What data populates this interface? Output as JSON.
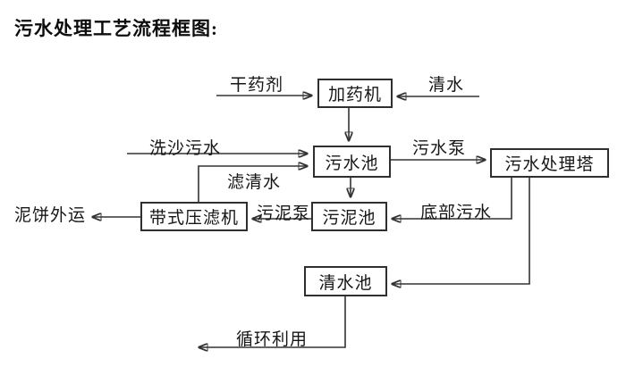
{
  "title": "污水处理工艺流程框图:",
  "nodes": {
    "dosing_machine": "加药机",
    "sewage_pool": "污水池",
    "treatment_tower": "污水处理塔",
    "belt_filter_press": "带式压滤机",
    "sludge_pool": "污泥池",
    "clean_water_pool": "清水池"
  },
  "flow_labels": {
    "dry_agent": "干药剂",
    "clean_water": "清水",
    "sand_washing_sewage": "洗沙污水",
    "filtered_water": "滤清水",
    "sewage_pump": "污水泵",
    "bottom_sewage": "底部污水",
    "sludge_pump": "污泥泵",
    "mud_cake_outbound": "泥饼外运",
    "recycle_use": "循环利用"
  },
  "connections": [
    {
      "from": "干药剂",
      "to": "加药机",
      "label": "干药剂"
    },
    {
      "from": "清水",
      "to": "加药机",
      "label": "清水"
    },
    {
      "from": "加药机",
      "to": "污水池",
      "label": ""
    },
    {
      "from": "洗沙污水",
      "to": "污水池",
      "label": "洗沙污水"
    },
    {
      "from": "带式压滤机",
      "to": "污水池",
      "label": "滤清水"
    },
    {
      "from": "污水池",
      "to": "污水处理塔",
      "label": "污水泵"
    },
    {
      "from": "污水池",
      "to": "污泥池",
      "label": ""
    },
    {
      "from": "污水处理塔",
      "to": "污泥池",
      "label": "底部污水"
    },
    {
      "from": "污水处理塔",
      "to": "清水池",
      "label": ""
    },
    {
      "from": "污泥池",
      "to": "带式压滤机",
      "label": "污泥泵"
    },
    {
      "from": "带式压滤机",
      "to": "泥饼外运",
      "label": "泥饼外运"
    },
    {
      "from": "清水池",
      "to": "循环利用",
      "label": "循环利用"
    }
  ],
  "colors": {
    "background": "#ffffff",
    "line": "#333333",
    "box_border": "#2f2f2f",
    "text": "#161616"
  }
}
